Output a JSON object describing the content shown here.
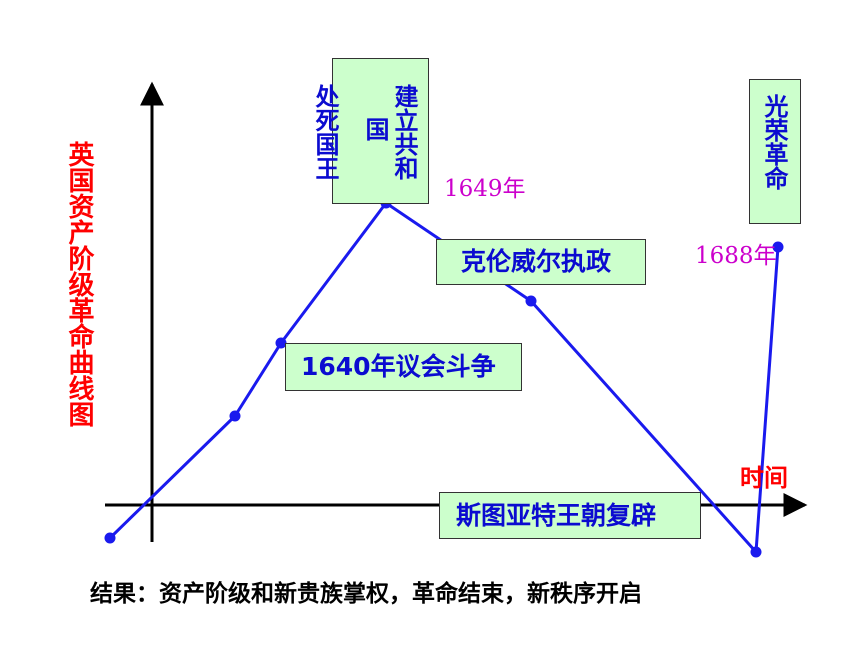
{
  "title": "英国资产阶级革命曲线图",
  "time_axis_label": "时间",
  "boxes": {
    "execute_king": "处死国王",
    "found_republic_a": "建立共和",
    "found_republic_b": "国",
    "cromwell": "克伦威尔执政",
    "parliament_1640": "1640年议会斗争",
    "restoration": "斯图亚特王朝复辟",
    "glorious_revolution": "光荣革命"
  },
  "years": {
    "y1649": "1649年",
    "y1688": "1688年"
  },
  "result": "结果：资产阶级和新贵族掌权，革命结束，新秩序开启",
  "colors": {
    "curve": "#1a1aee",
    "title": "#ff0000",
    "box_fill": "#ccffcc",
    "label": "#0b0bd0",
    "year": "#cc00cc",
    "axis": "#000000"
  }
}
